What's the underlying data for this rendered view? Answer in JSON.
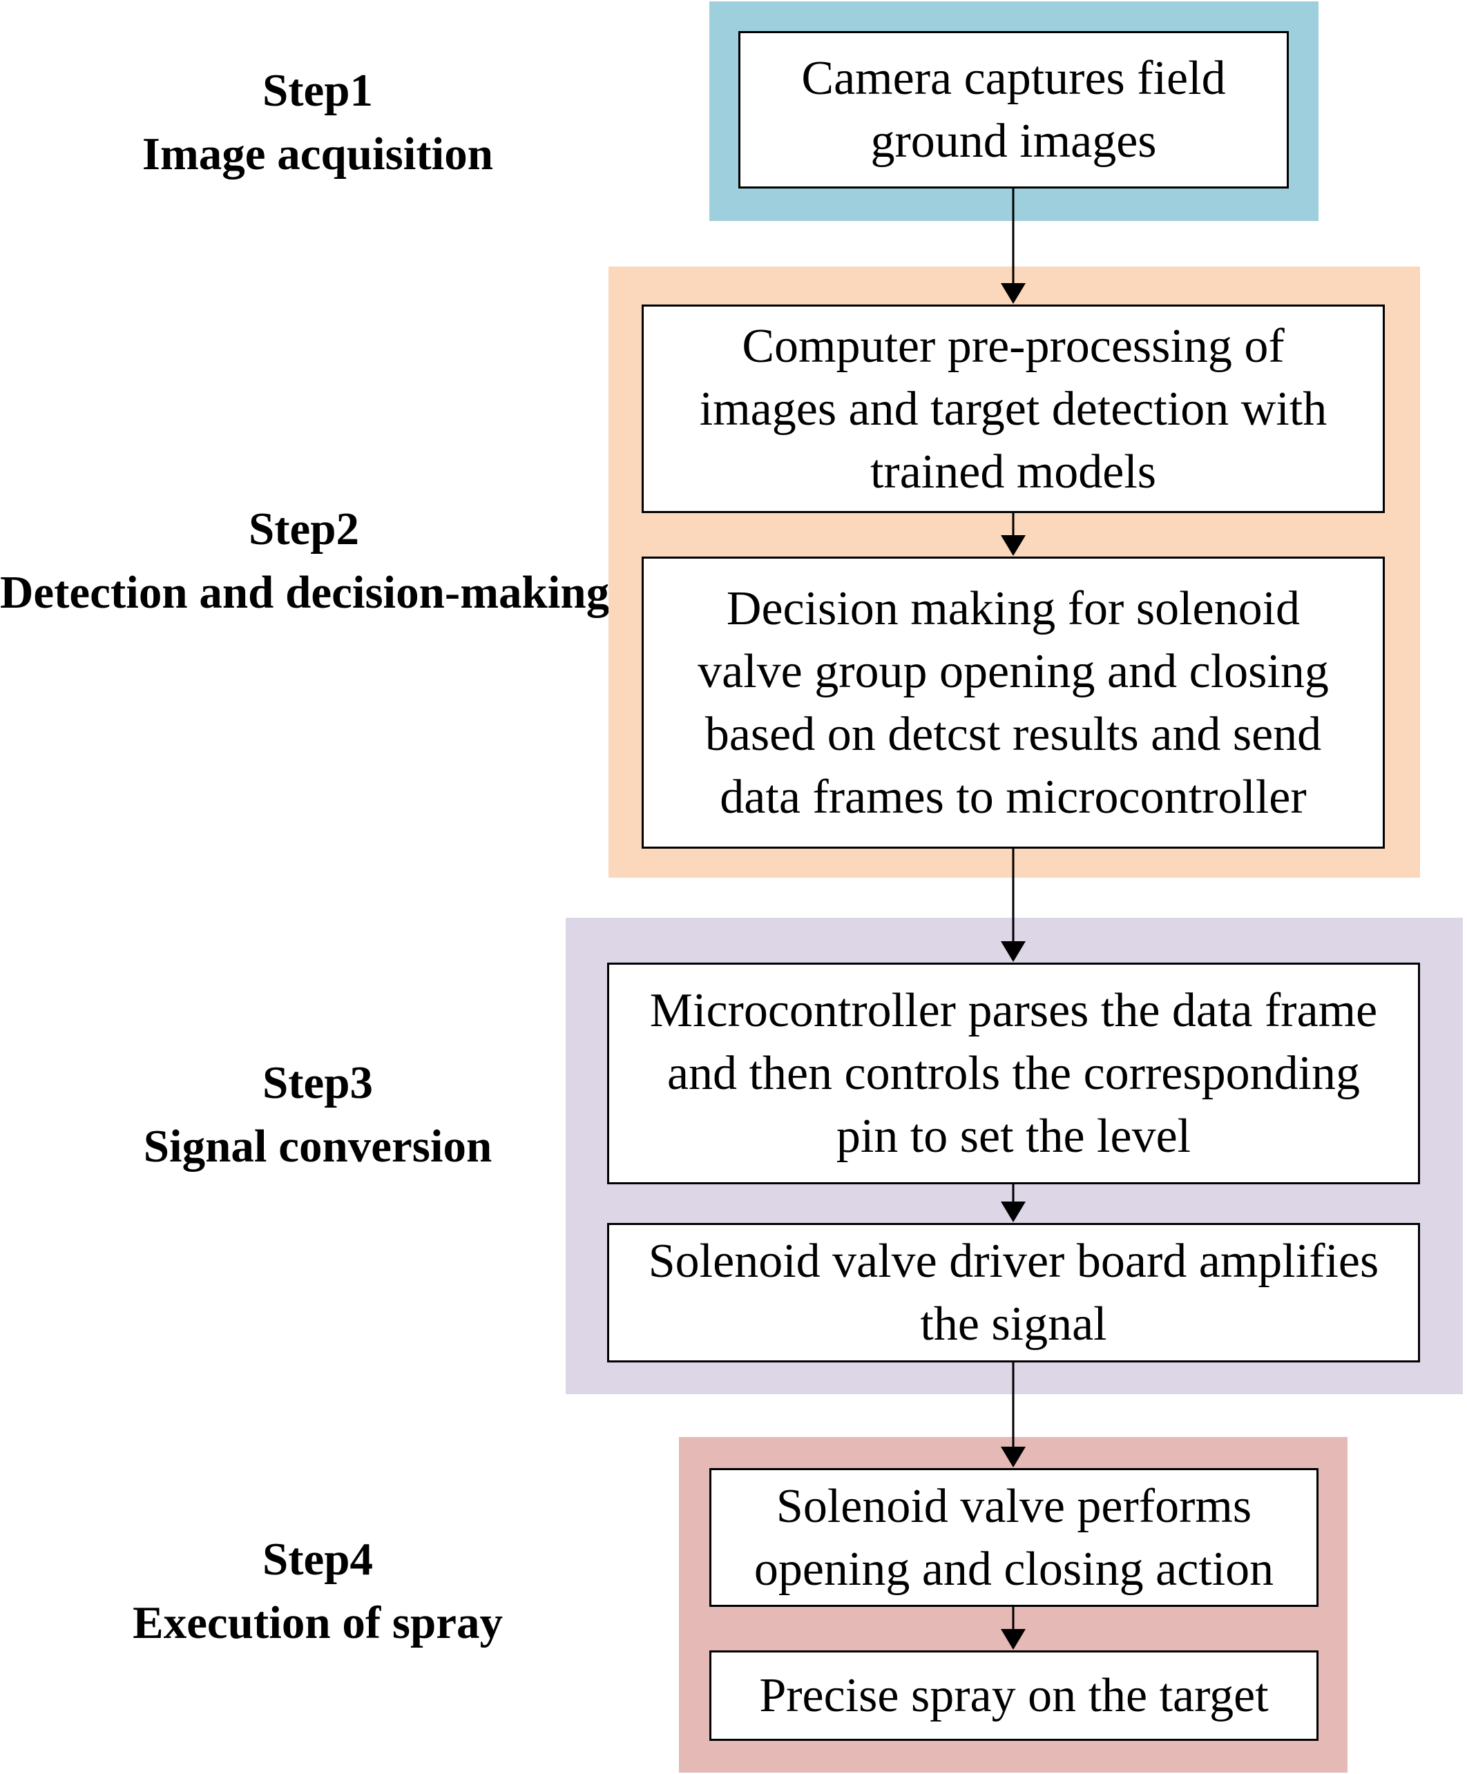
{
  "colors": {
    "step1_band": "#9ECFDC",
    "step2_band": "#FBD7BC",
    "step3_band": "#DDD6E6",
    "step4_band": "#E5B9B5",
    "box_border": "#000000",
    "arrow": "#000000"
  },
  "steps": [
    {
      "title": "Step1",
      "subtitle": "Image acquisition"
    },
    {
      "title": "Step2",
      "subtitle": "Detection and decision-making"
    },
    {
      "title": "Step3",
      "subtitle": "Signal conversion"
    },
    {
      "title": "Step4",
      "subtitle": "Execution of spray"
    }
  ],
  "boxes": {
    "camera": [
      "Camera captures field",
      "ground images"
    ],
    "preprocess": [
      "Computer pre-processing of",
      "images and target detection with",
      "trained models"
    ],
    "decision": [
      "Decision making for solenoid",
      "valve group opening and closing",
      "based on detcst results and send",
      "data frames to microcontroller"
    ],
    "parse": [
      "Microcontroller parses the data frame",
      "and then controls the corresponding",
      "pin to set the level"
    ],
    "driver": [
      "Solenoid valve driver board amplifies",
      "the signal"
    ],
    "valve": [
      "Solenoid valve performs",
      "opening and closing action"
    ],
    "spray": [
      "Precise spray on the target"
    ]
  }
}
